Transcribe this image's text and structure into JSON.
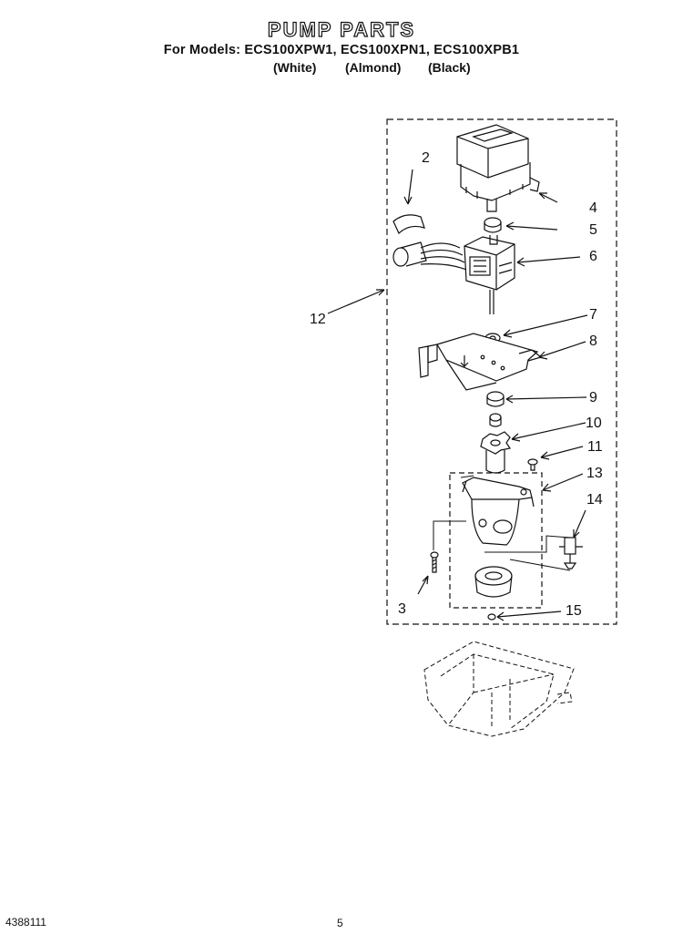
{
  "header": {
    "title": "PUMP PARTS",
    "models_line": "For Models: ECS100XPW1, ECS100XPN1, ECS100XPB1",
    "variants": [
      "(White)",
      "(Almond)",
      "(Black)"
    ]
  },
  "callouts": [
    "2",
    "4",
    "5",
    "6",
    "7",
    "8",
    "9",
    "10",
    "11",
    "12",
    "13",
    "14",
    "3",
    "15"
  ],
  "footer": {
    "part_number": "4388111",
    "page_number": "5"
  }
}
